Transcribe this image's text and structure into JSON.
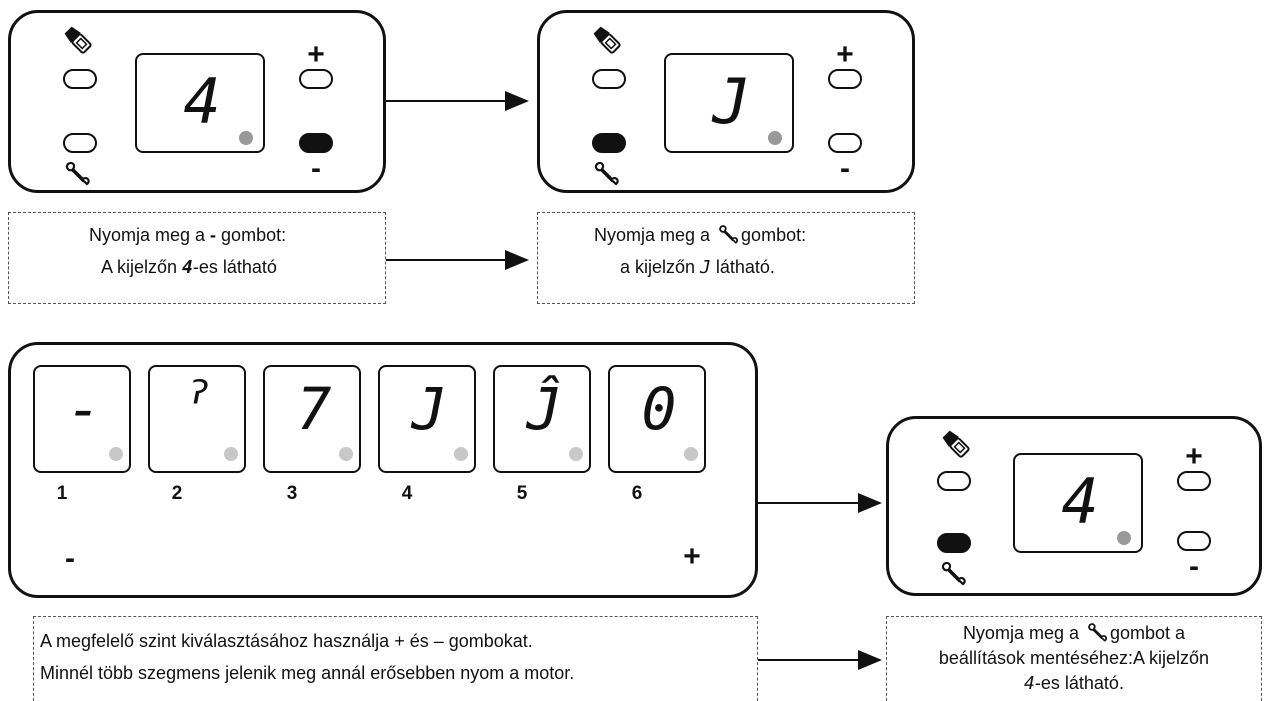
{
  "panel1": {
    "display": "4",
    "plus": "+",
    "minus": "-",
    "active_button": "minus"
  },
  "panel2": {
    "display": "J",
    "plus": "+",
    "minus": "-",
    "active_button": "wrench"
  },
  "panel3": {
    "display": "4",
    "plus": "+",
    "minus": "-",
    "active_button": "wrench"
  },
  "caption1": {
    "line1_pre": "Nyomja meg a ",
    "line1_key": "-",
    "line1_post": " gombot:",
    "line2_pre": "A kijelzőn ",
    "line2_val": "4",
    "line2_post": "-es látható"
  },
  "caption2": {
    "line1_pre": "Nyomja meg a ",
    "line1_post": "gombot:",
    "line2_pre": "a kijelzőn ",
    "line2_val": "J",
    "line2_post": " látható."
  },
  "caption3": {
    "line1": "A megfelelő szint kiválasztásához használja + és – gombokat.",
    "line2": "Minnél több szegmens jelenik meg annál erősebben nyom a motor."
  },
  "caption4": {
    "line1_pre": "Nyomja meg a ",
    "line1_post": "gombot a",
    "line2": "beállítások mentéséhez:A kijelzőn",
    "line3_val": "4",
    "line3_post": "-es látható."
  },
  "levels": {
    "minus": "-",
    "plus": "+",
    "items": [
      {
        "number": "1",
        "display": "-"
      },
      {
        "number": "2",
        "display": "ˀ"
      },
      {
        "number": "3",
        "display": "7"
      },
      {
        "number": "4",
        "display": "J"
      },
      {
        "number": "5",
        "display": "Ĵ"
      },
      {
        "number": "6",
        "display": "0"
      }
    ]
  }
}
